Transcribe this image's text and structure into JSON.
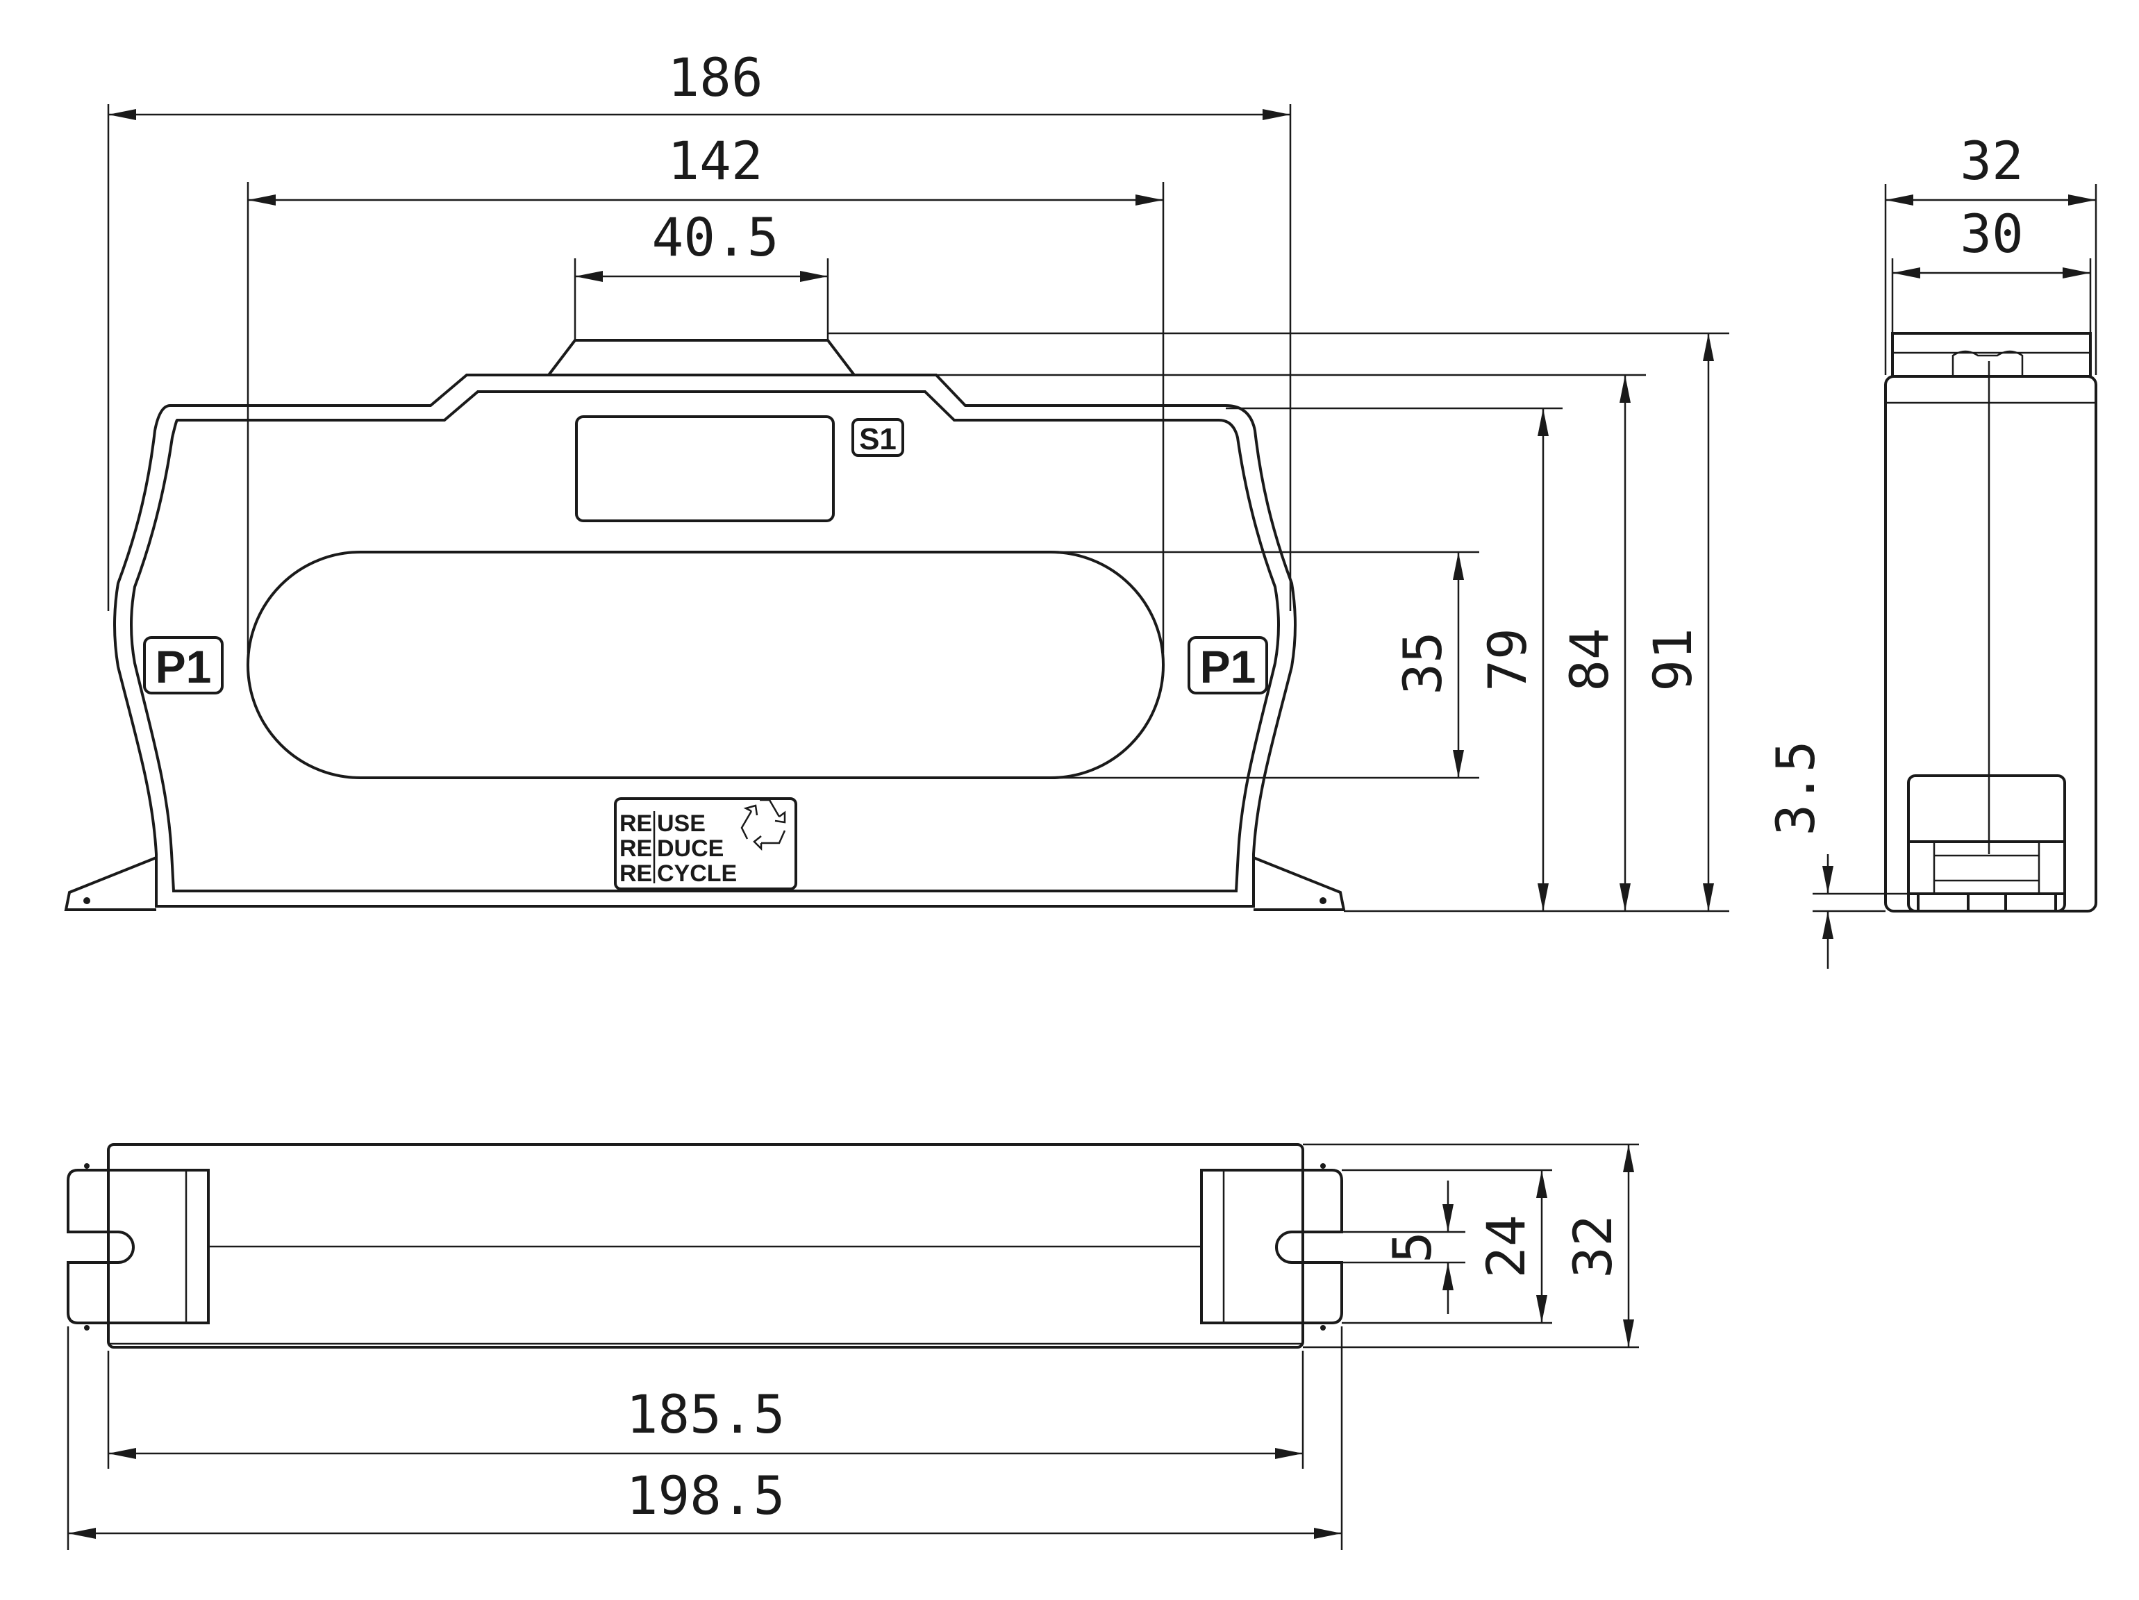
{
  "front_view": {
    "dim_overall_width": "186",
    "dim_window_width": "142",
    "dim_top_boss_width": "40.5",
    "dim_window_height": "35",
    "dim_body_height": "79",
    "dim_shoulder_height": "84",
    "dim_overall_height": "91",
    "label_p1_left": "P1",
    "label_p1_right": "P1",
    "label_s1": "S1",
    "recycle_logo_text": [
      "RE",
      "USE",
      "RE",
      "DUCE",
      "RE",
      "CYCLE"
    ]
  },
  "side_view": {
    "dim_overall_depth": "32",
    "dim_body_depth": "30",
    "dim_foot_height": "3.5"
  },
  "bottom_view": {
    "dim_body_length": "185.5",
    "dim_overall_length": "198.5",
    "dim_slot_width": "5",
    "dim_foot_width": "24",
    "dim_overall_depth": "32"
  }
}
